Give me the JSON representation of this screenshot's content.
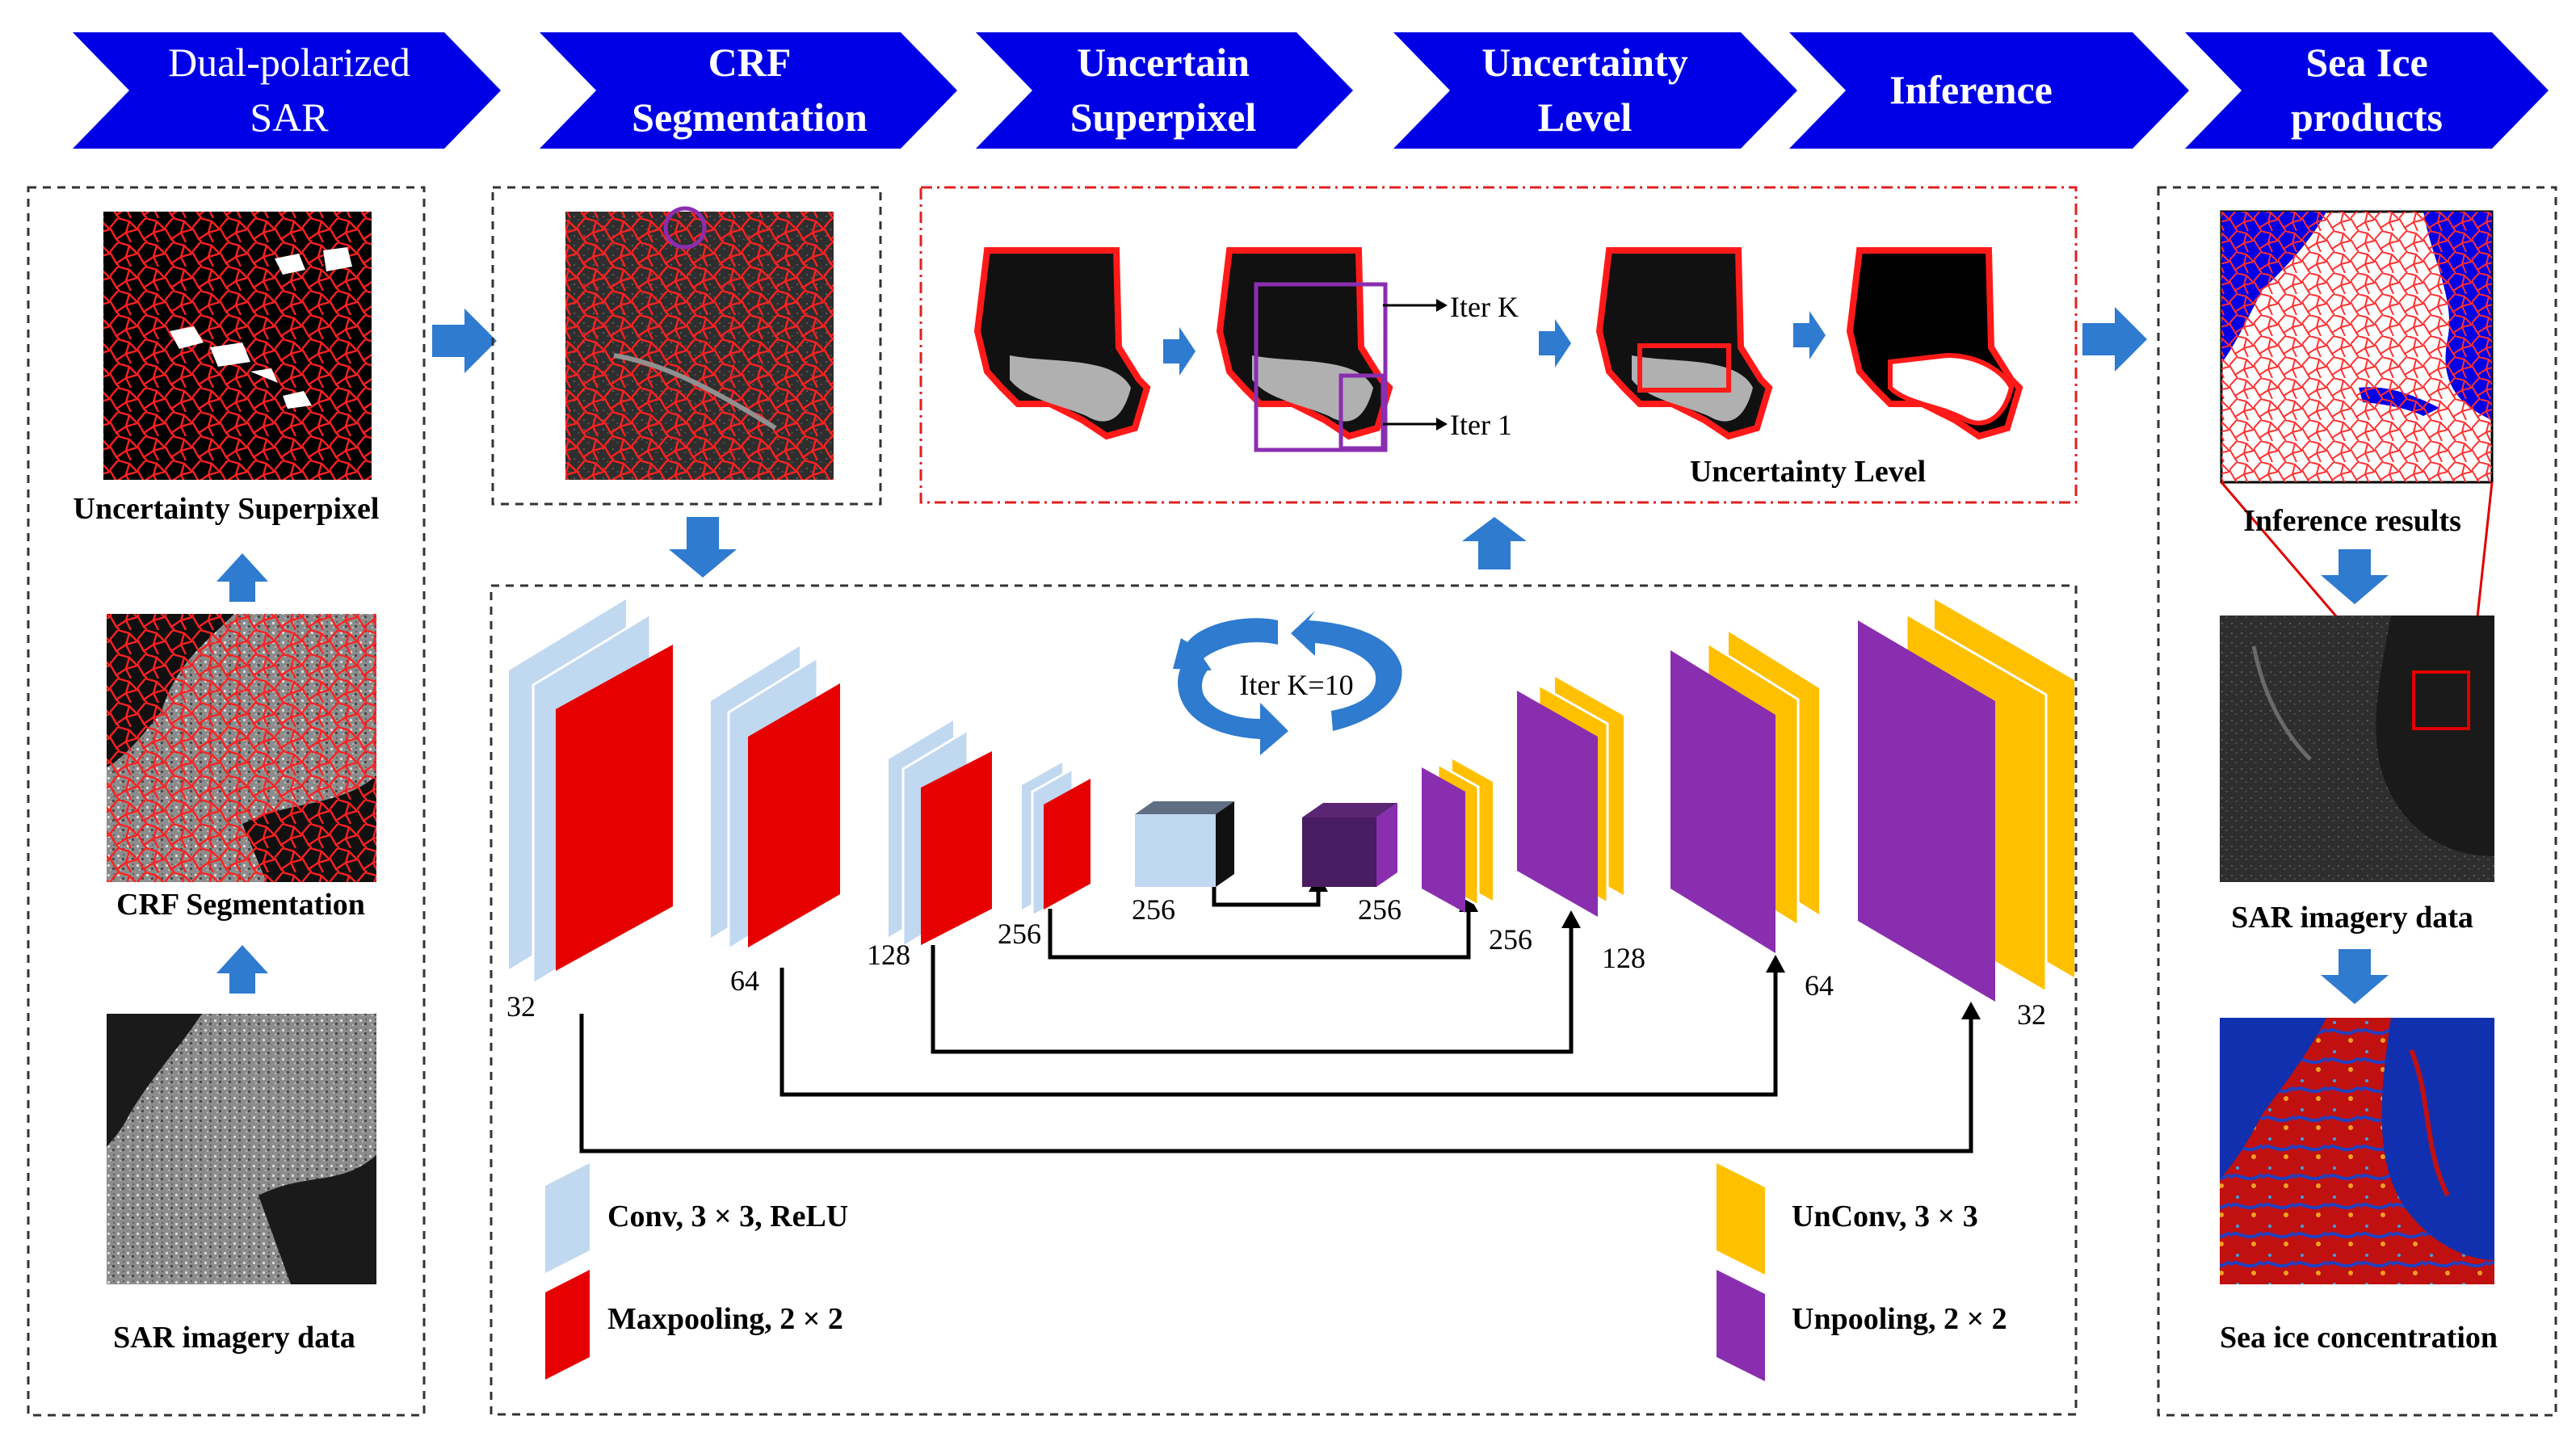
{
  "header_steps": [
    {
      "line1": "Dual-polarized",
      "line2": "SAR"
    },
    {
      "line1": "CRF",
      "line2": "Segmentation"
    },
    {
      "line1": "Uncertain",
      "line2": "Superpixel"
    },
    {
      "line1": "Uncertainty",
      "line2": "Level"
    },
    {
      "line1": "Inference",
      "line2": ""
    },
    {
      "line1": "Sea Ice",
      "line2": "products"
    }
  ],
  "left_panel": {
    "uncertainty_superpixel": "Uncertainty Superpixel",
    "crf_segmentation": "CRF Segmentation",
    "sar_imagery": "SAR imagery data"
  },
  "iteration": {
    "iter_k": "Iter K",
    "iter_1": "Iter 1",
    "uncertainty_level": "Uncertainty Level"
  },
  "network": {
    "loop_label": "Iter K=10",
    "channels": {
      "enc1": "32",
      "enc2": "64",
      "enc3": "128",
      "enc4": "256",
      "bottleneck_in": "256",
      "bottleneck_out": "256",
      "dec4": "256",
      "dec3": "128",
      "dec2": "64",
      "dec1": "32"
    }
  },
  "legend": {
    "conv": "Conv, 3 × 3, ReLU",
    "maxpool": "Maxpooling, 2 × 2",
    "unconv": "UnConv, 3 × 3",
    "unpool": "Unpooling, 2 × 2"
  },
  "right_panel": {
    "inference_results": "Inference results",
    "sar_imagery": "SAR imagery data",
    "sea_ice_concentration": "Sea ice concentration"
  },
  "colors": {
    "header_arrow": "#0000e6",
    "conv": "#c0d8f0",
    "maxpool": "#e60000",
    "unconv": "#ffc000",
    "unpool": "#8a2eb0",
    "flow_arrow": "#2e7bd0"
  }
}
